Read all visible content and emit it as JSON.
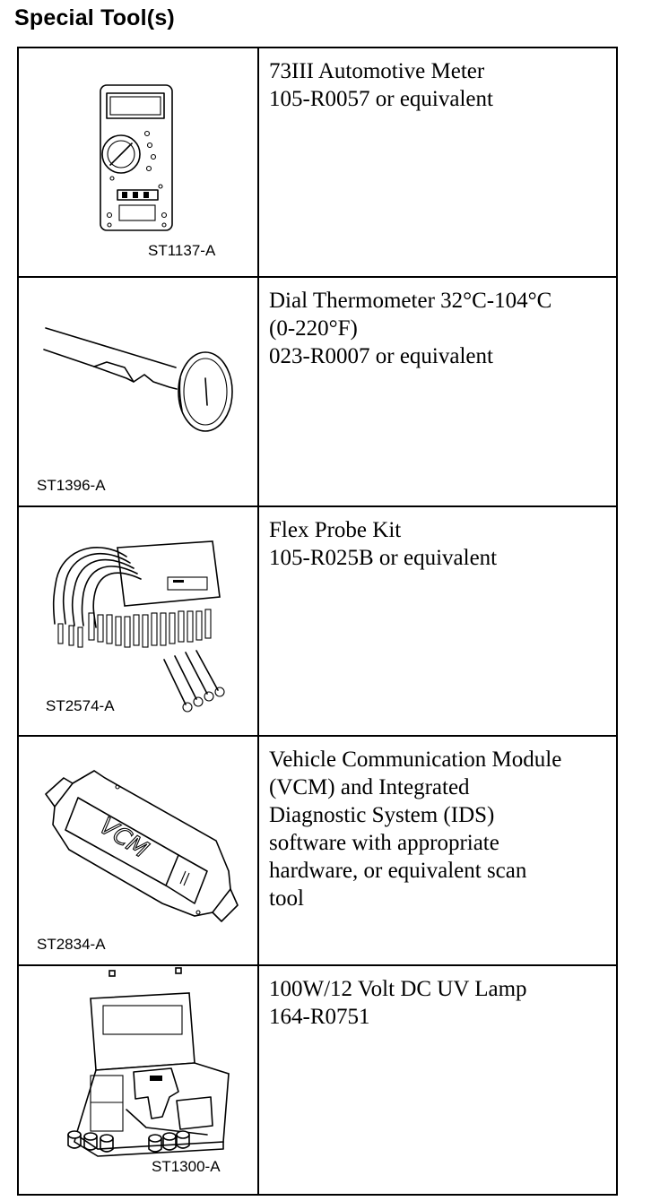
{
  "heading": "Special Tool(s)",
  "tools": [
    {
      "code": "ST1137-A",
      "icon": "multimeter-icon",
      "lines": [
        "73III Automotive Meter",
        "105-R0057 or equivalent"
      ]
    },
    {
      "code": "ST1396-A",
      "icon": "dial-thermometer-icon",
      "lines": [
        "Dial Thermometer 32°C-104°C",
        "(0-220°F)",
        "023-R0007 or equivalent"
      ]
    },
    {
      "code": "ST2574-A",
      "icon": "flex-probe-kit-icon",
      "lines": [
        "Flex Probe Kit",
        "105-R025B or equivalent"
      ]
    },
    {
      "code": "ST2834-A",
      "icon": "vcm-module-icon",
      "lines": [
        "Vehicle Communication Module",
        "(VCM) and Integrated",
        "Diagnostic System (IDS)",
        "software with appropriate",
        "hardware, or equivalent scan",
        "tool"
      ]
    },
    {
      "code": "ST1300-A",
      "icon": "uv-lamp-case-icon",
      "lines": [
        "100W/12 Volt DC UV Lamp",
        "164-R0751"
      ]
    }
  ]
}
